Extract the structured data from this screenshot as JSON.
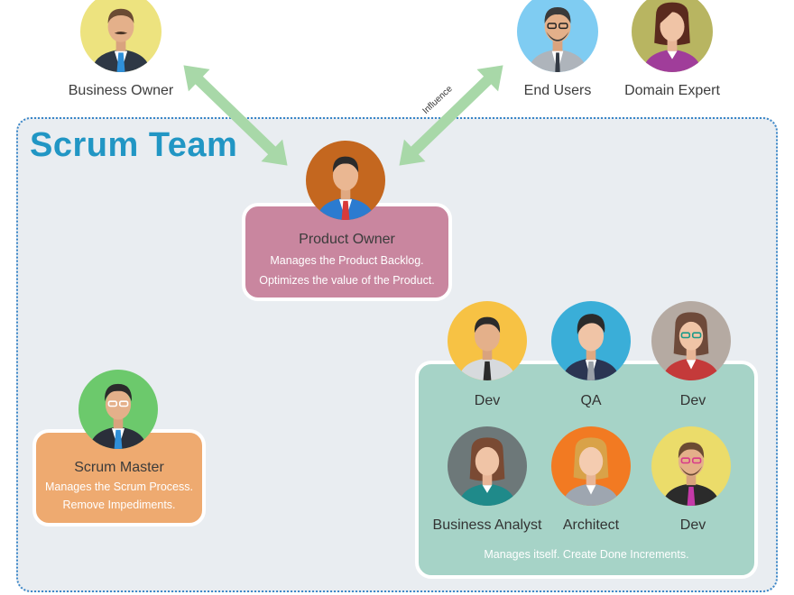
{
  "stakeholders": {
    "business_owner": "Business Owner",
    "end_users": "End Users",
    "domain_expert": "Domain Expert"
  },
  "arrow_label": "Influence",
  "team": {
    "title": "Scrum Team",
    "product_owner": {
      "title": "Product Owner",
      "desc_line1": "Manages the Product Backlog.",
      "desc_line2": "Optimizes the value of the Product."
    },
    "scrum_master": {
      "title": "Scrum Master",
      "desc_line1": "Manages the Scrum Process.",
      "desc_line2": "Remove Impediments."
    },
    "dev_team": {
      "members": [
        "Dev",
        "QA",
        "Dev",
        "Business Analyst",
        "Architect",
        "Dev"
      ],
      "desc": "Manages itself.  Create Done Increments."
    }
  },
  "colors": {
    "team_title": "#2196c4",
    "product_owner_card": "#c9869f",
    "scrum_master_card": "#eeaa70",
    "dev_team_card": "#a6d3c7",
    "arrow": "#a8d8a8",
    "frame_border": "#3a86c8"
  }
}
